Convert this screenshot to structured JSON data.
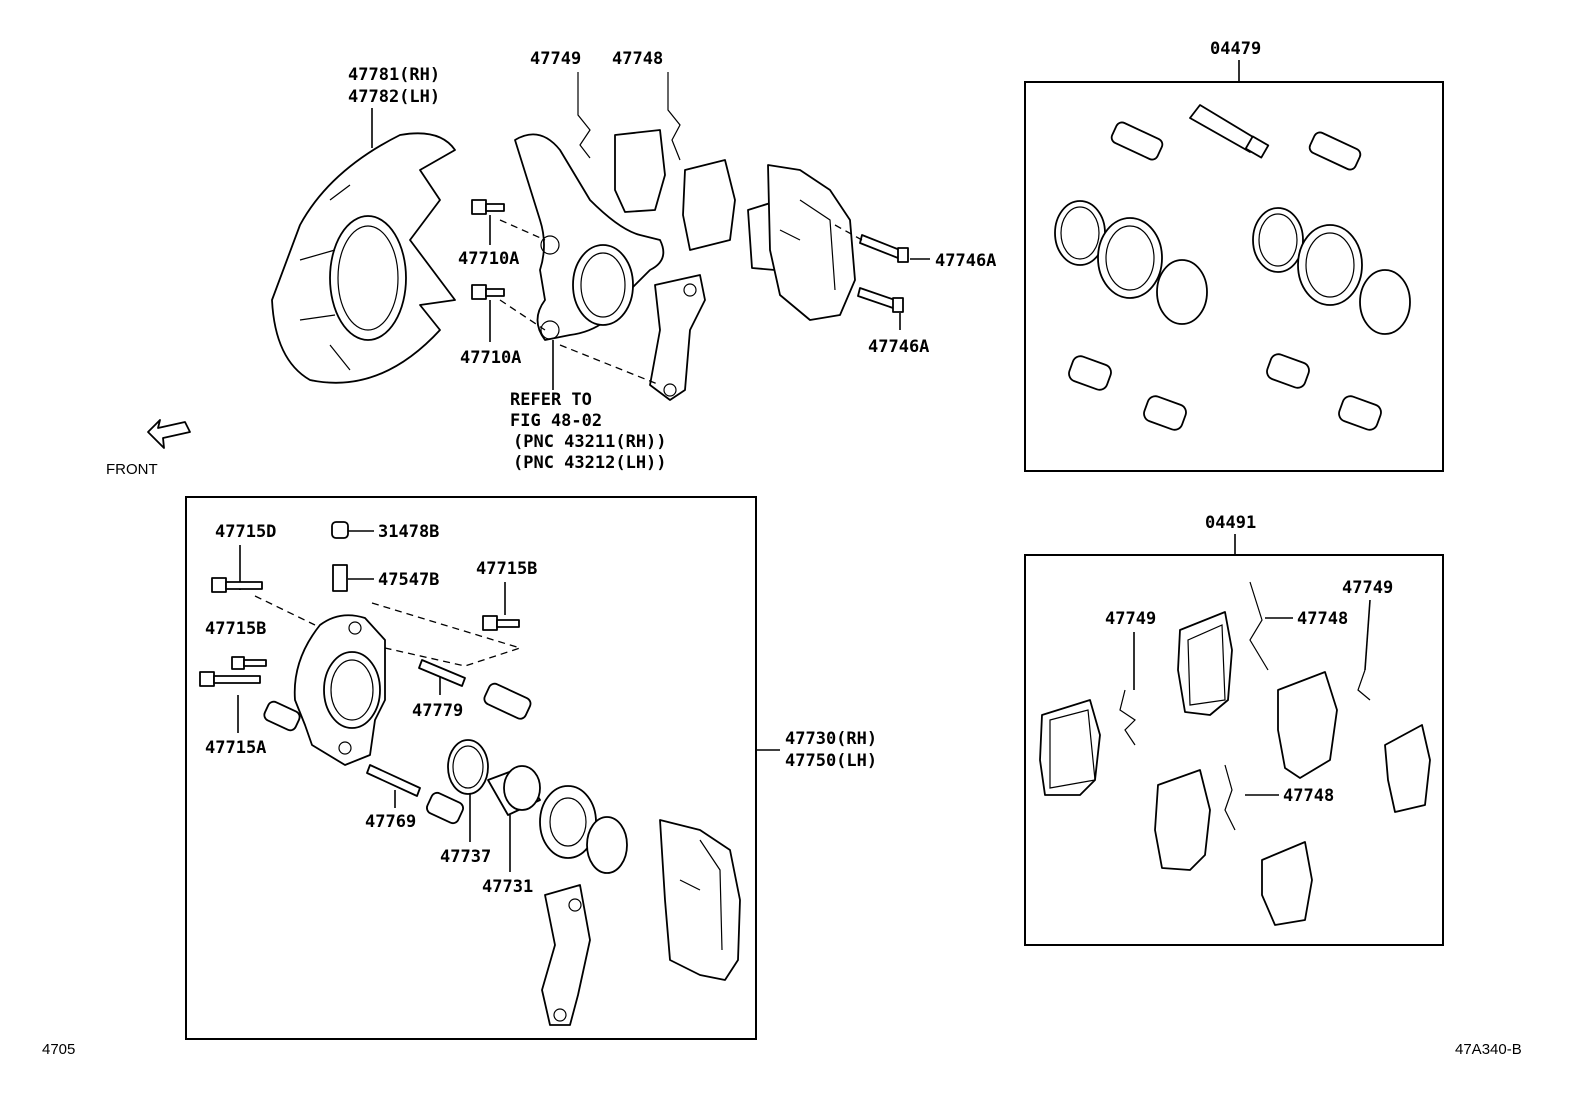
{
  "labels": {
    "p47781": "47781(RH)",
    "p47782": "47782(LH)",
    "p47749_top": "47749",
    "p47748_top": "47748",
    "p04479": "04479",
    "p47710A_1": "47710A",
    "p47710A_2": "47710A",
    "p47746A_1": "47746A",
    "p47746A_2": "47746A",
    "refer1": "REFER TO",
    "refer2": "FIG 48-02",
    "refer3": "(PNC 43211(RH))",
    "refer4": "(PNC 43212(LH))",
    "front": "FRONT",
    "p04491": "04491",
    "p47715D": "47715D",
    "p31478B": "31478B",
    "p47547B": "47547B",
    "p47715B_1": "47715B",
    "p47715B_2": "47715B",
    "p47779": "47779",
    "p47715A": "47715A",
    "p47730": "47730(RH)",
    "p47750": "47750(LH)",
    "p47769": "47769",
    "p47737": "47737",
    "p47731": "47731",
    "p47749_k1": "47749",
    "p47748_k1": "47748",
    "p47749_k2": "47749",
    "p47748_k2": "47748",
    "page_code": "4705",
    "figure_code": "47A340-B"
  }
}
